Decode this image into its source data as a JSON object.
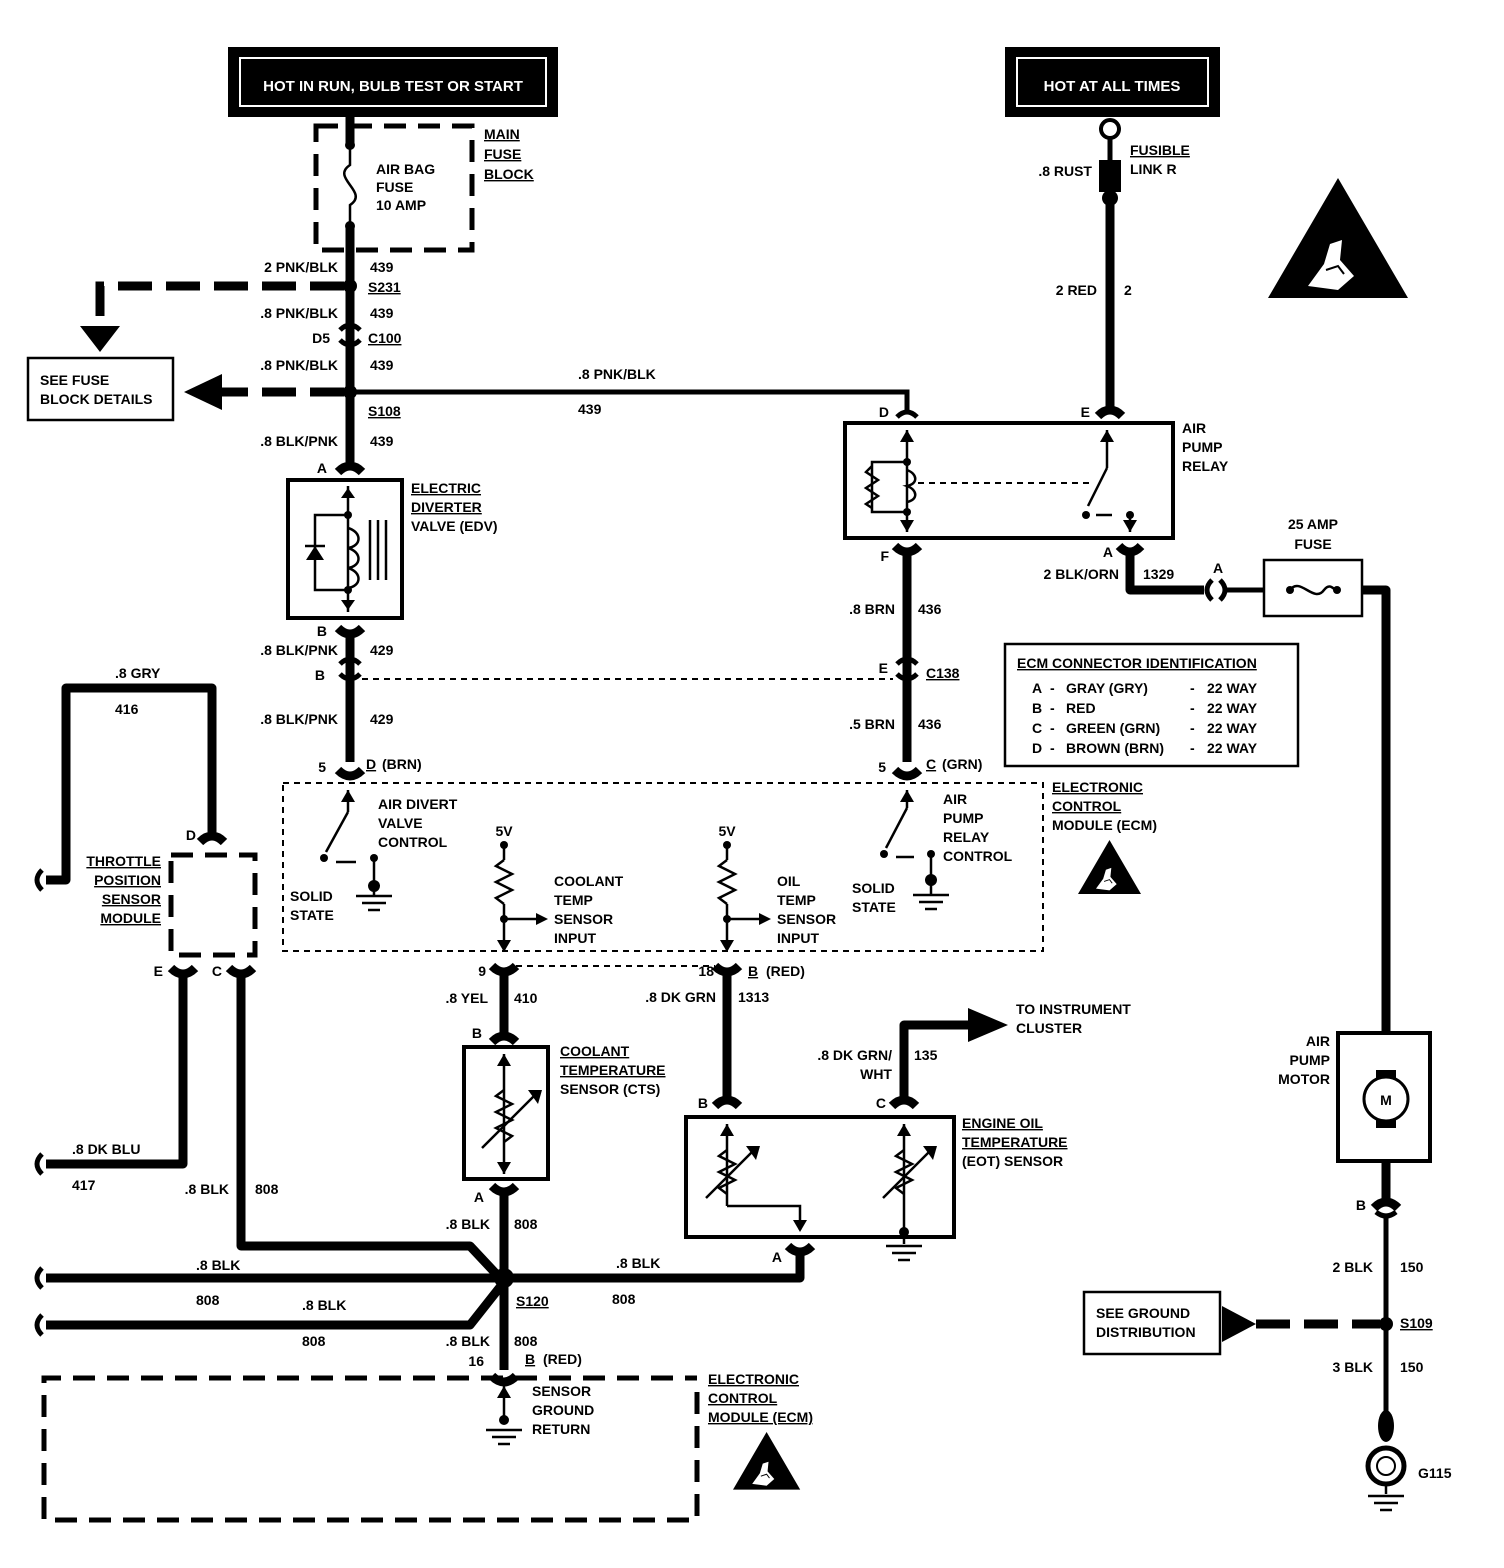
{
  "headers": {
    "hot_in_run": "HOT IN RUN, BULB TEST OR START",
    "hot_at_all_times": "HOT AT ALL TIMES"
  },
  "main_fuse_block": {
    "label": [
      "MAIN",
      "FUSE",
      "BLOCK"
    ],
    "fuse": [
      "AIR BAG",
      "FUSE",
      "10 AMP"
    ]
  },
  "fusible_link": [
    "FUSIBLE",
    "LINK R"
  ],
  "see_fuse_block": [
    "SEE FUSE",
    "BLOCK DETAILS"
  ],
  "edv": [
    "ELECTRIC",
    "DIVERTER",
    "VALVE (EDV)"
  ],
  "air_pump_relay": [
    "AIR",
    "PUMP",
    "RELAY"
  ],
  "fuse_25": [
    "25 AMP",
    "FUSE"
  ],
  "ecm_connector_table": {
    "title": "ECM CONNECTOR IDENTIFICATION",
    "rows": [
      {
        "letter": "A",
        "color": "GRAY (GRY)",
        "ways": "22 WAY"
      },
      {
        "letter": "B",
        "color": "RED",
        "ways": "22 WAY"
      },
      {
        "letter": "C",
        "color": "GREEN (GRN)",
        "ways": "22 WAY"
      },
      {
        "letter": "D",
        "color": "BROWN (BRN)",
        "ways": "22 WAY"
      }
    ]
  },
  "ecm_upper": {
    "label": [
      "ELECTRONIC",
      "CONTROL",
      "MODULE (ECM)"
    ],
    "air_divert": [
      "AIR DIVERT",
      "VALVE",
      "CONTROL"
    ],
    "air_pump_relay_control": [
      "AIR",
      "PUMP",
      "RELAY",
      "CONTROL"
    ],
    "solid_state": [
      "SOLID",
      "STATE"
    ],
    "coolant_input": [
      "COOLANT",
      "TEMP",
      "SENSOR",
      "INPUT"
    ],
    "oil_input": [
      "OIL",
      "TEMP",
      "SENSOR",
      "INPUT"
    ],
    "five_v": "5V"
  },
  "tps": [
    "THROTTLE",
    "POSITION",
    "SENSOR",
    "MODULE"
  ],
  "cts": [
    "COOLANT",
    "TEMPERATURE",
    "SENSOR (CTS)"
  ],
  "eot": [
    "ENGINE OIL",
    "TEMPERATURE",
    "(EOT) SENSOR"
  ],
  "instrument_cluster": [
    "TO INSTRUMENT",
    "CLUSTER"
  ],
  "air_pump_motor": [
    "AIR",
    "PUMP",
    "MOTOR"
  ],
  "motor_symbol": "M",
  "see_ground_distribution": [
    "SEE GROUND",
    "DISTRIBUTION"
  ],
  "ecm_lower": {
    "label": [
      "ELECTRONIC",
      "CONTROL",
      "MODULE (ECM)"
    ],
    "sensor_ground": [
      "SENSOR",
      "GROUND",
      "RETURN"
    ]
  },
  "wire_labels": {
    "w_2pnkblk": "2 PNK/BLK",
    "c_439a": "439",
    "s231": "S231",
    "w_8pnkblk_a": ".8 PNK/BLK",
    "c_439b": "439",
    "d5": "D5",
    "c100": "C100",
    "w_8pnkblk_b": ".8 PNK/BLK",
    "c_439c": "439",
    "s108": "S108",
    "w_8pnkblk_top": ".8 PNK/BLK",
    "c_439_top": "439",
    "w_8blkpnk_a": ".8 BLK/PNK",
    "c_439d": "439",
    "pin_a_edv": "A",
    "pin_b_edv": "B",
    "w_8blkpnk_b": ".8 BLK/PNK",
    "c_429a": "429",
    "pin_b_c138": "B",
    "w_8blkpnk_c": ".8 BLK/PNK",
    "c_429b": "429",
    "pin_5_d": "5",
    "conn_d": "D",
    "conn_d_color": "(BRN)",
    "w_8rust": ".8 RUST",
    "w_2red": "2 RED",
    "c_2": "2",
    "pin_d_relay": "D",
    "pin_e_relay": "E",
    "pin_f_relay": "F",
    "pin_a_relay": "A",
    "w_2blkorn": "2 BLK/ORN",
    "c_1329": "1329",
    "pin_a_fuse": "A",
    "w_8brn": ".8 BRN",
    "c_436a": "436",
    "pin_e_c138": "E",
    "c138": "C138",
    "w_5brn": ".5 BRN",
    "c_436b": "436",
    "pin_5_c": "5",
    "conn_c": "C",
    "conn_c_color": "(GRN)",
    "w_8gry": ".8 GRY",
    "c_416": "416",
    "pin_d_tps": "D",
    "pin_e_tps": "E",
    "pin_c_tps": "C",
    "pin_9": "9",
    "w_8yel": ".8 YEL",
    "c_410": "410",
    "pin_b_cts": "B",
    "pin_a_cts": "A",
    "pin_18": "18",
    "conn_b": "B",
    "conn_b_color": "(RED)",
    "w_8dkgrn": ".8 DK GRN",
    "c_1313": "1313",
    "w_8dkgrnwht_1": ".8 DK GRN/",
    "w_8dkgrnwht_2": "WHT",
    "c_135": "135",
    "pin_b_eot": "B",
    "pin_c_eot": "C",
    "pin_a_eot": "A",
    "w_8dkblu": ".8 DK BLU",
    "c_417": "417",
    "w_8blk_tps": ".8 BLK",
    "c_808_tps": "808",
    "w_8blk_cts": ".8 BLK",
    "c_808_cts": "808",
    "w_8blk_left1": ".8 BLK",
    "c_808_left1": "808",
    "w_8blk_left2": ".8 BLK",
    "c_808_left2": "808",
    "w_8blk_eot": ".8 BLK",
    "c_808_eot": "808",
    "s120": "S120",
    "w_8blk_down": ".8 BLK",
    "c_808_down": "808",
    "pin_16": "16",
    "conn_b2": "B",
    "conn_b2_color": "(RED)",
    "pin_b_motor": "B",
    "w_2blk": "2 BLK",
    "c_150a": "150",
    "s109": "S109",
    "w_3blk": "3 BLK",
    "c_150b": "150",
    "g115": "G115"
  }
}
